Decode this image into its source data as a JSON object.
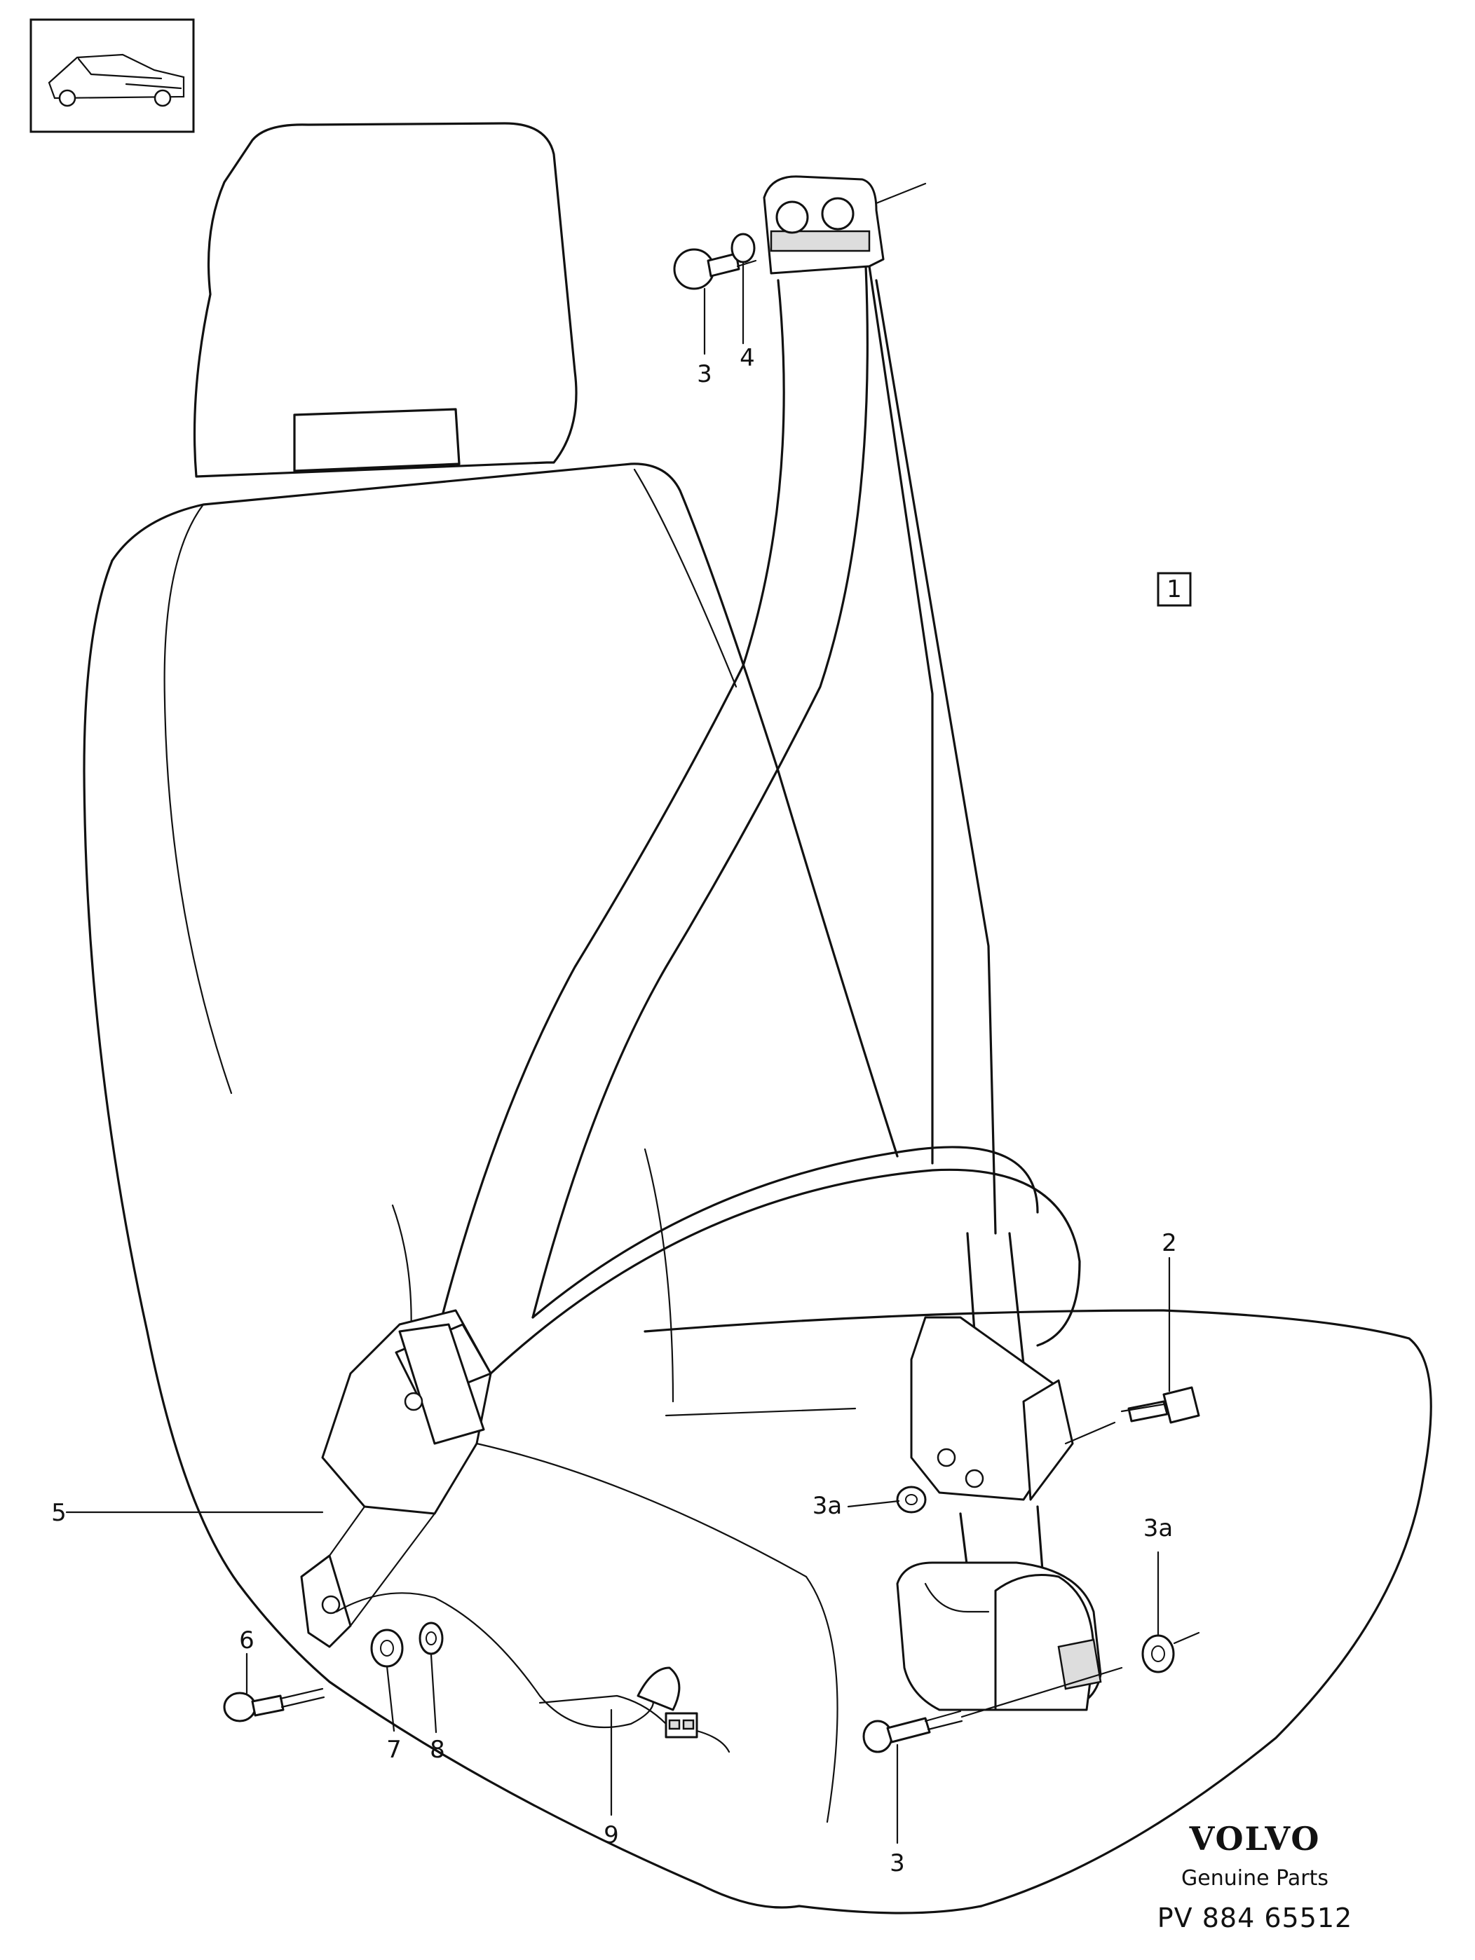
{
  "diagram": {
    "section_ref": "1",
    "callouts": {
      "c3_top": "3",
      "c4": "4",
      "c2": "2",
      "c5": "5",
      "c3a_left": "3a",
      "c3a_right": "3a",
      "c6": "6",
      "c7": "7",
      "c8": "8",
      "c9": "9",
      "c3_bottom": "3"
    }
  },
  "brand": {
    "logo_text": "VOLVO",
    "subtitle": "Genuine Parts",
    "part_ref": "PV 884 65512"
  }
}
